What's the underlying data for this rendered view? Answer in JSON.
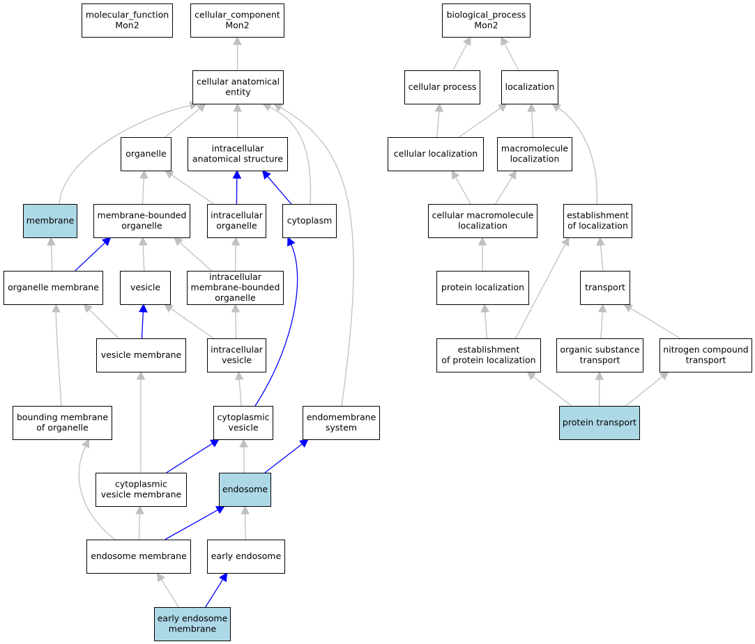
{
  "colors": {
    "highlight_fill": "#add8e6",
    "default_fill": "#ffffff",
    "is_a_edge": "#c0c0c0",
    "part_of_edge": "#0000ff"
  },
  "nodes": [
    {
      "id": "molecular_function",
      "lines": [
        "molecular_function",
        "Mon2"
      ],
      "highlight": false
    },
    {
      "id": "cellular_component",
      "lines": [
        "cellular_component",
        "Mon2"
      ],
      "highlight": false
    },
    {
      "id": "biological_process",
      "lines": [
        "biological_process",
        "Mon2"
      ],
      "highlight": false
    },
    {
      "id": "cellular_anatomical_entity",
      "lines": [
        "cellular anatomical",
        "entity"
      ],
      "highlight": false
    },
    {
      "id": "cellular_process",
      "lines": [
        "cellular process"
      ],
      "highlight": false
    },
    {
      "id": "localization",
      "lines": [
        "localization"
      ],
      "highlight": false
    },
    {
      "id": "organelle",
      "lines": [
        "organelle"
      ],
      "highlight": false
    },
    {
      "id": "intracellular_anatomical_structure",
      "lines": [
        "intracellular",
        "anatomical structure"
      ],
      "highlight": false
    },
    {
      "id": "cellular_localization",
      "lines": [
        "cellular localization"
      ],
      "highlight": false
    },
    {
      "id": "macromolecule_localization",
      "lines": [
        "macromolecule",
        "localization"
      ],
      "highlight": false
    },
    {
      "id": "membrane",
      "lines": [
        "membrane"
      ],
      "highlight": true
    },
    {
      "id": "membrane_bounded_organelle",
      "lines": [
        "membrane-bounded",
        "organelle"
      ],
      "highlight": false
    },
    {
      "id": "intracellular_organelle",
      "lines": [
        "intracellular",
        "organelle"
      ],
      "highlight": false
    },
    {
      "id": "cytoplasm",
      "lines": [
        "cytoplasm"
      ],
      "highlight": false
    },
    {
      "id": "cellular_macromolecule_localization",
      "lines": [
        "cellular macromolecule",
        "localization"
      ],
      "highlight": false
    },
    {
      "id": "establishment_of_localization",
      "lines": [
        "establishment",
        "of localization"
      ],
      "highlight": false
    },
    {
      "id": "organelle_membrane",
      "lines": [
        "organelle membrane"
      ],
      "highlight": false
    },
    {
      "id": "vesicle",
      "lines": [
        "vesicle"
      ],
      "highlight": false
    },
    {
      "id": "intracellular_membrane_bounded_organelle",
      "lines": [
        "intracellular",
        "membrane-bounded",
        "organelle"
      ],
      "highlight": false
    },
    {
      "id": "protein_localization",
      "lines": [
        "protein localization"
      ],
      "highlight": false
    },
    {
      "id": "transport",
      "lines": [
        "transport"
      ],
      "highlight": false
    },
    {
      "id": "vesicle_membrane",
      "lines": [
        "vesicle membrane"
      ],
      "highlight": false
    },
    {
      "id": "intracellular_vesicle",
      "lines": [
        "intracellular",
        "vesicle"
      ],
      "highlight": false
    },
    {
      "id": "establishment_of_protein_localization",
      "lines": [
        "establishment",
        "of protein localization"
      ],
      "highlight": false
    },
    {
      "id": "organic_substance_transport",
      "lines": [
        "organic substance",
        "transport"
      ],
      "highlight": false
    },
    {
      "id": "nitrogen_compound_transport",
      "lines": [
        "nitrogen compound",
        "transport"
      ],
      "highlight": false
    },
    {
      "id": "bounding_membrane_of_organelle",
      "lines": [
        "bounding membrane",
        "of organelle"
      ],
      "highlight": false
    },
    {
      "id": "cytoplasmic_vesicle",
      "lines": [
        "cytoplasmic",
        "vesicle"
      ],
      "highlight": false
    },
    {
      "id": "endomembrane_system",
      "lines": [
        "endomembrane",
        "system"
      ],
      "highlight": false
    },
    {
      "id": "protein_transport",
      "lines": [
        "protein transport"
      ],
      "highlight": true
    },
    {
      "id": "cytoplasmic_vesicle_membrane",
      "lines": [
        "cytoplasmic",
        "vesicle membrane"
      ],
      "highlight": false
    },
    {
      "id": "endosome",
      "lines": [
        "endosome"
      ],
      "highlight": true
    },
    {
      "id": "endosome_membrane",
      "lines": [
        "endosome membrane"
      ],
      "highlight": false
    },
    {
      "id": "early_endosome",
      "lines": [
        "early endosome"
      ],
      "highlight": false
    },
    {
      "id": "early_endosome_membrane",
      "lines": [
        "early endosome",
        "membrane"
      ],
      "highlight": true
    }
  ],
  "edges": [
    {
      "from": "cellular_anatomical_entity",
      "to": "cellular_component",
      "type": "is_a"
    },
    {
      "from": "organelle",
      "to": "cellular_anatomical_entity",
      "type": "is_a"
    },
    {
      "from": "intracellular_anatomical_structure",
      "to": "cellular_anatomical_entity",
      "type": "is_a"
    },
    {
      "from": "membrane",
      "to": "cellular_anatomical_entity",
      "type": "is_a"
    },
    {
      "from": "cytoplasm",
      "to": "cellular_anatomical_entity",
      "type": "is_a"
    },
    {
      "from": "endomembrane_system",
      "to": "cellular_anatomical_entity",
      "type": "is_a"
    },
    {
      "from": "membrane_bounded_organelle",
      "to": "organelle",
      "type": "is_a"
    },
    {
      "from": "intracellular_organelle",
      "to": "organelle",
      "type": "is_a"
    },
    {
      "from": "intracellular_organelle",
      "to": "intracellular_anatomical_structure",
      "type": "part_of"
    },
    {
      "from": "cytoplasm",
      "to": "intracellular_anatomical_structure",
      "type": "part_of"
    },
    {
      "from": "organelle_membrane",
      "to": "membrane",
      "type": "is_a"
    },
    {
      "from": "organelle_membrane",
      "to": "membrane_bounded_organelle",
      "type": "part_of"
    },
    {
      "from": "vesicle",
      "to": "membrane_bounded_organelle",
      "type": "is_a"
    },
    {
      "from": "intracellular_membrane_bounded_organelle",
      "to": "membrane_bounded_organelle",
      "type": "is_a"
    },
    {
      "from": "intracellular_membrane_bounded_organelle",
      "to": "intracellular_organelle",
      "type": "is_a"
    },
    {
      "from": "vesicle_membrane",
      "to": "organelle_membrane",
      "type": "is_a"
    },
    {
      "from": "vesicle_membrane",
      "to": "vesicle",
      "type": "part_of"
    },
    {
      "from": "intracellular_vesicle",
      "to": "vesicle",
      "type": "is_a"
    },
    {
      "from": "intracellular_vesicle",
      "to": "intracellular_membrane_bounded_organelle",
      "type": "is_a"
    },
    {
      "from": "bounding_membrane_of_organelle",
      "to": "organelle_membrane",
      "type": "is_a"
    },
    {
      "from": "cytoplasmic_vesicle",
      "to": "intracellular_vesicle",
      "type": "is_a"
    },
    {
      "from": "cytoplasmic_vesicle",
      "to": "cytoplasm",
      "type": "part_of"
    },
    {
      "from": "cytoplasmic_vesicle_membrane",
      "to": "vesicle_membrane",
      "type": "is_a"
    },
    {
      "from": "cytoplasmic_vesicle_membrane",
      "to": "cytoplasmic_vesicle",
      "type": "part_of"
    },
    {
      "from": "endosome",
      "to": "cytoplasmic_vesicle",
      "type": "is_a"
    },
    {
      "from": "endosome",
      "to": "endomembrane_system",
      "type": "part_of"
    },
    {
      "from": "endosome_membrane",
      "to": "bounding_membrane_of_organelle",
      "type": "is_a"
    },
    {
      "from": "endosome_membrane",
      "to": "cytoplasmic_vesicle_membrane",
      "type": "is_a"
    },
    {
      "from": "endosome_membrane",
      "to": "endosome",
      "type": "part_of"
    },
    {
      "from": "early_endosome",
      "to": "endosome",
      "type": "is_a"
    },
    {
      "from": "early_endosome_membrane",
      "to": "endosome_membrane",
      "type": "is_a"
    },
    {
      "from": "early_endosome_membrane",
      "to": "early_endosome",
      "type": "part_of"
    },
    {
      "from": "cellular_process",
      "to": "biological_process",
      "type": "is_a"
    },
    {
      "from": "localization",
      "to": "biological_process",
      "type": "is_a"
    },
    {
      "from": "cellular_localization",
      "to": "cellular_process",
      "type": "is_a"
    },
    {
      "from": "cellular_localization",
      "to": "localization",
      "type": "is_a"
    },
    {
      "from": "macromolecule_localization",
      "to": "localization",
      "type": "is_a"
    },
    {
      "from": "establishment_of_localization",
      "to": "localization",
      "type": "is_a"
    },
    {
      "from": "cellular_macromolecule_localization",
      "to": "cellular_localization",
      "type": "is_a"
    },
    {
      "from": "cellular_macromolecule_localization",
      "to": "macromolecule_localization",
      "type": "is_a"
    },
    {
      "from": "protein_localization",
      "to": "cellular_macromolecule_localization",
      "type": "is_a"
    },
    {
      "from": "transport",
      "to": "establishment_of_localization",
      "type": "is_a"
    },
    {
      "from": "establishment_of_protein_localization",
      "to": "protein_localization",
      "type": "is_a"
    },
    {
      "from": "establishment_of_protein_localization",
      "to": "establishment_of_localization",
      "type": "is_a"
    },
    {
      "from": "organic_substance_transport",
      "to": "transport",
      "type": "is_a"
    },
    {
      "from": "nitrogen_compound_transport",
      "to": "transport",
      "type": "is_a"
    },
    {
      "from": "protein_transport",
      "to": "establishment_of_protein_localization",
      "type": "is_a"
    },
    {
      "from": "protein_transport",
      "to": "organic_substance_transport",
      "type": "is_a"
    },
    {
      "from": "protein_transport",
      "to": "nitrogen_compound_transport",
      "type": "is_a"
    }
  ]
}
